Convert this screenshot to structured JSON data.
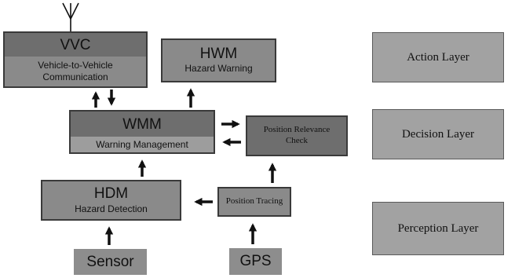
{
  "modules": {
    "vvc": {
      "abbr": "VVC",
      "name_line1": "Vehicle-to-Vehicle",
      "name_line2": "Communication"
    },
    "hwm": {
      "abbr": "HWM",
      "name": "Hazard Warning"
    },
    "wmm": {
      "abbr": "WMM",
      "name": "Warning Management"
    },
    "prc": {
      "line1": "Position Relevance",
      "line2": "Check"
    },
    "hdm": {
      "abbr": "HDM",
      "name": "Hazard Detection"
    },
    "pt": {
      "name": "Position Tracing"
    },
    "sensor": {
      "name": "Sensor"
    },
    "gps": {
      "name": "GPS"
    }
  },
  "layers": {
    "action": "Action Layer",
    "decision": "Decision Layer",
    "perception": "Perception Layer"
  },
  "icons": {
    "antenna": "antenna-icon"
  }
}
